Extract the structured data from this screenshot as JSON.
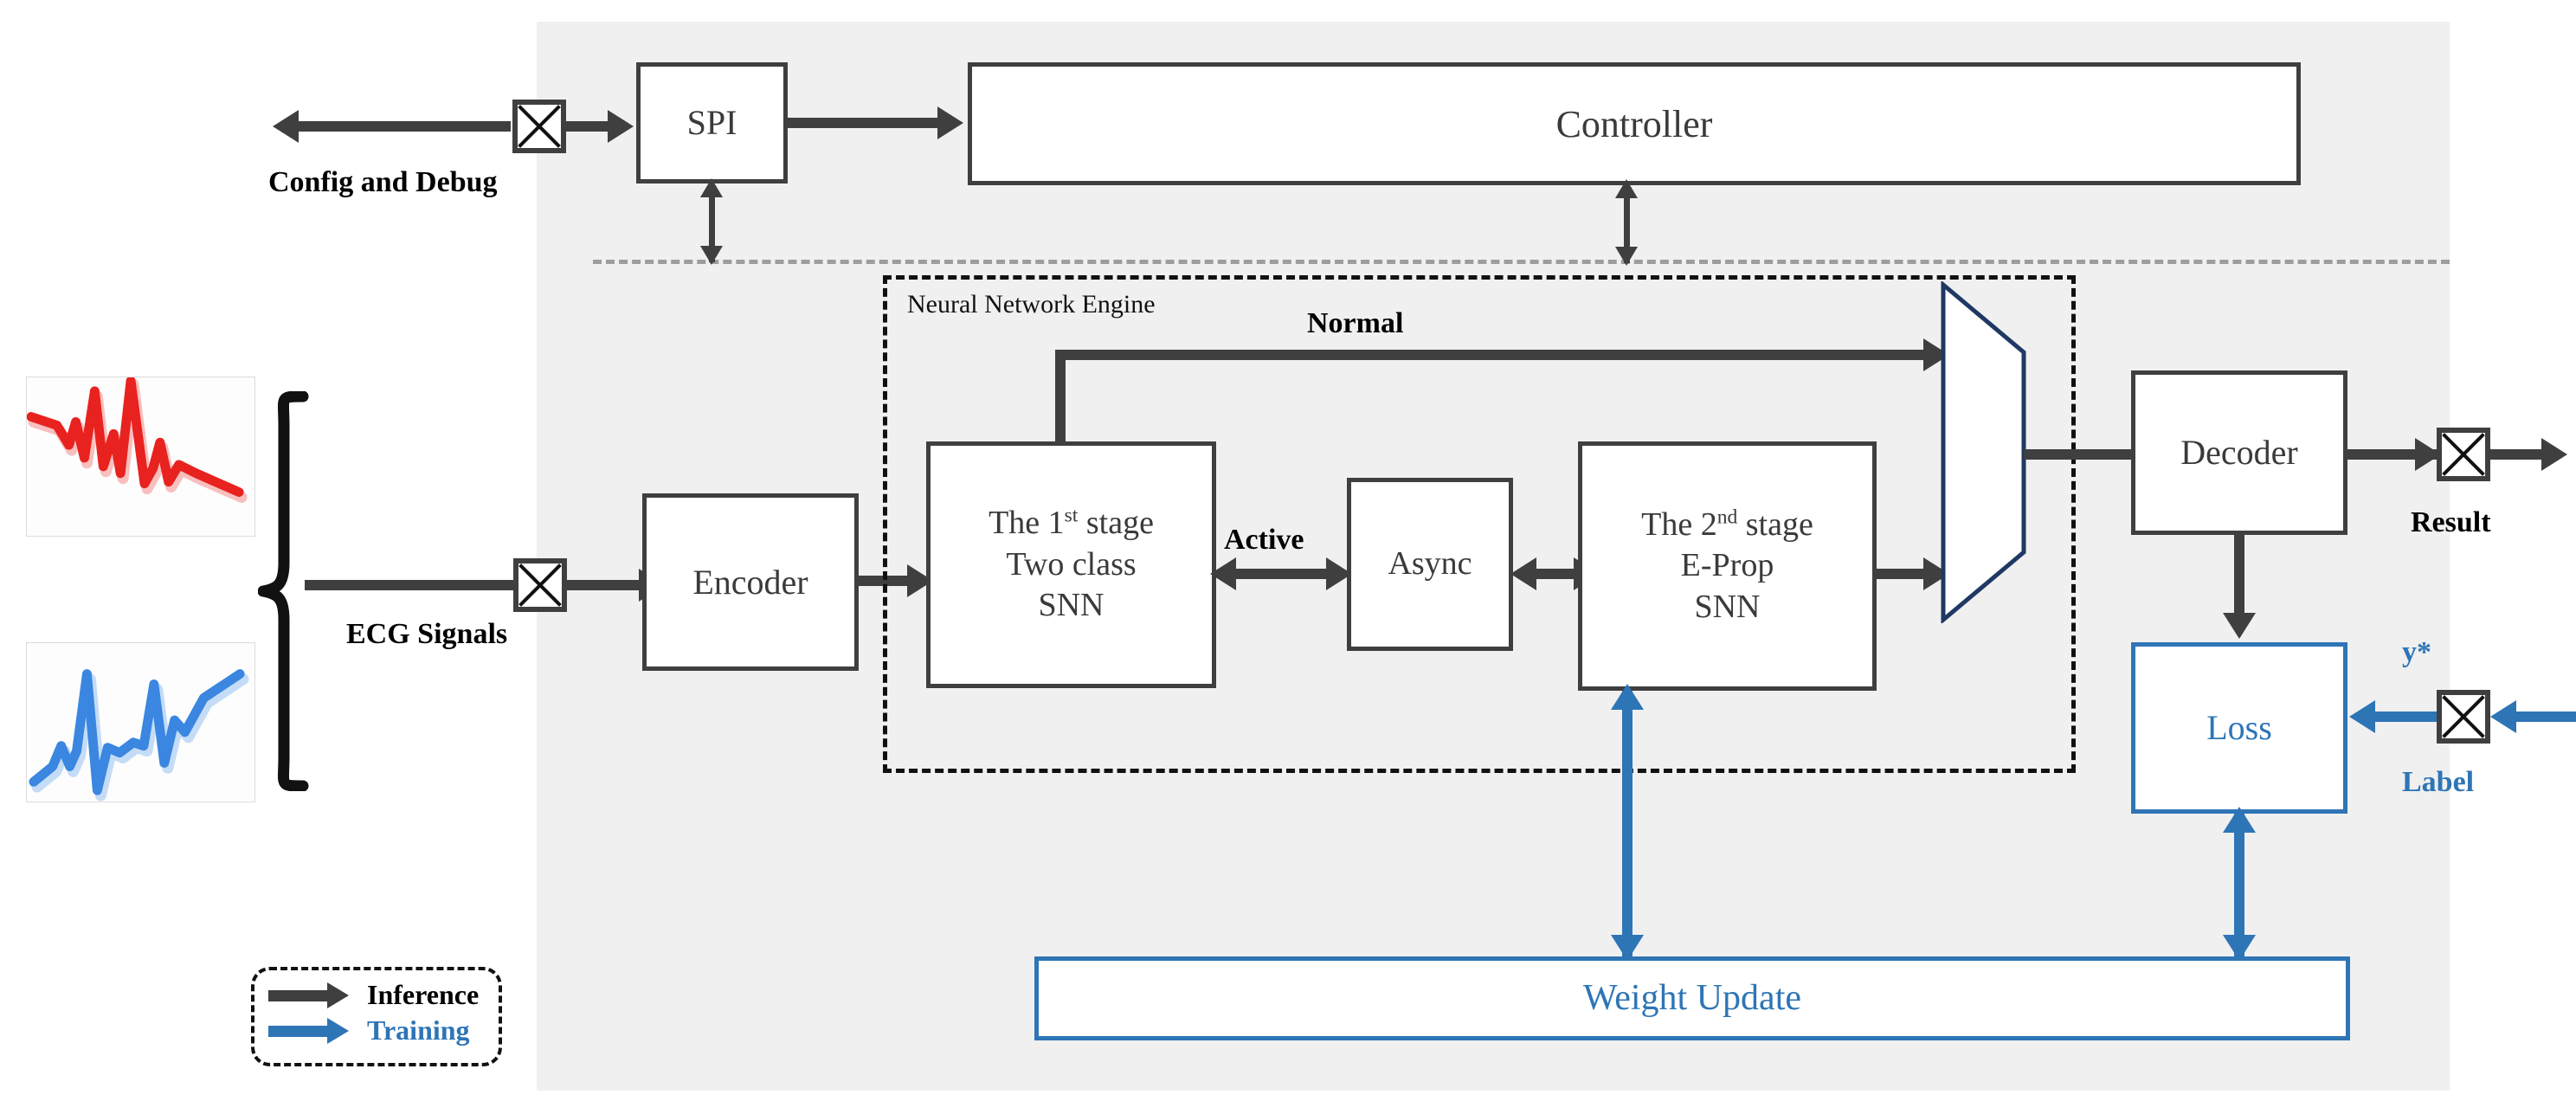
{
  "diagram": {
    "title": "Two-stage SNN ECG processor architecture",
    "colors": {
      "chip_panel": "#f0f0f0",
      "ink": "#3f3f3f",
      "training_blue": "#2e75b6",
      "mux_outline": "#1f3864",
      "ecg_red": "#e8221f",
      "ecg_blue": "#3a86e0"
    }
  },
  "control_plane": {
    "spi_label": "SPI",
    "controller_label": "Controller",
    "config_debug_label": "Config and Debug"
  },
  "inputs": {
    "ecg_signals_label": "ECG Signals",
    "ecg_top_trace": "red-ecg-waveform",
    "ecg_bottom_trace": "blue-ecg-waveform"
  },
  "datapath": {
    "encoder_label": "Encoder",
    "nne_label": "Neural Network Engine",
    "stage1_label": "The 1st stage\nTwo class\nSNN",
    "stage1_lines": [
      "The 1",
      "st",
      " stage",
      "Two class",
      "SNN"
    ],
    "stage1_line1_prefix": "The 1",
    "stage1_line1_sup": "st",
    "stage1_line1_suffix": " stage",
    "stage1_line2": "Two class",
    "stage1_line3": "SNN",
    "async_label": "Async",
    "stage2_line1_prefix": "The 2",
    "stage2_line1_sup": "nd",
    "stage2_line1_suffix": " stage",
    "stage2_line2": "E-Prop",
    "stage2_line3": "SNN",
    "active_label": "Active",
    "normal_label": "Normal",
    "mux_label": "multiplexer",
    "decoder_label": "Decoder",
    "result_label": "Result"
  },
  "training": {
    "loss_label": "Loss",
    "weight_update_label": "Weight Update",
    "y_star_label": "y*",
    "label_label": "Label"
  },
  "legend": {
    "inference_label": "Inference",
    "training_label": "Training"
  },
  "icons": {
    "pad": "io-pad-x-icon",
    "brace": "curly-brace-icon"
  }
}
